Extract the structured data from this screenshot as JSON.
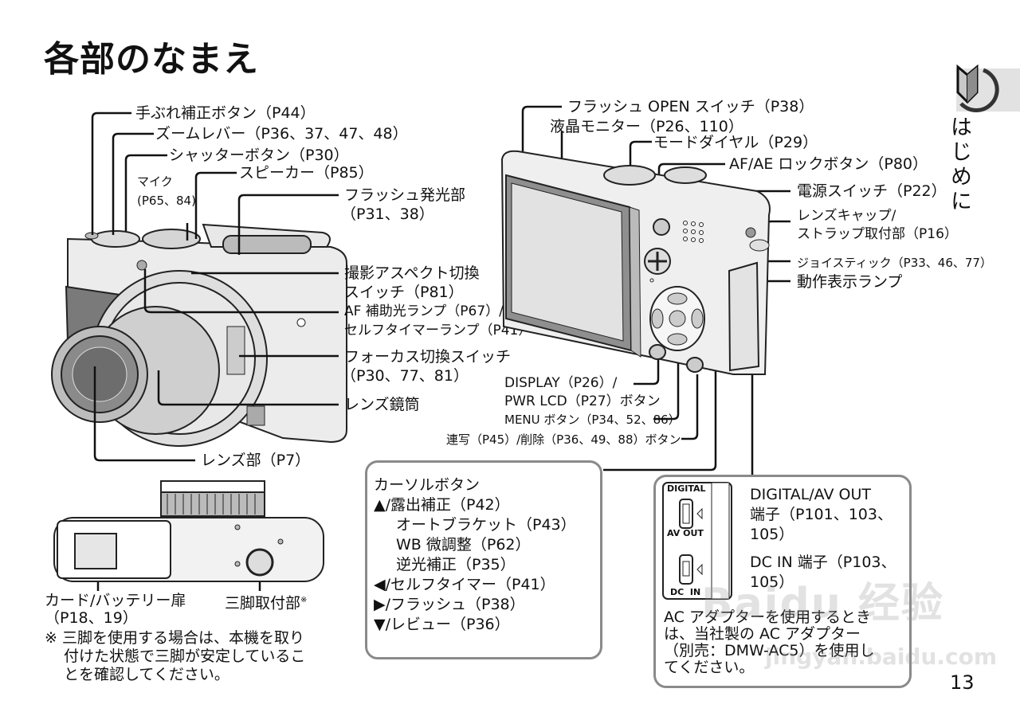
{
  "page": {
    "title": "各部のなまえ",
    "section_tab": "はじめに",
    "page_number": "13"
  },
  "front_view": {
    "labels": {
      "stabilizer_button": "手ぶれ補正ボタン（P44）",
      "zoom_lever": "ズームレバー（P36、37、47、48）",
      "shutter_button": "シャッターボタン（P30）",
      "mic_name": "マイク",
      "mic_pages": "(P65、84)",
      "speaker": "スピーカー（P85）",
      "flash_name": "フラッシュ発光部",
      "flash_pages": "（P31、38）",
      "aspect_switch_1": "撮影アスペクト切換",
      "aspect_switch_2": "スイッチ（P81）",
      "af_lamp_1": "AF 補助光ランプ（P67）/",
      "af_lamp_2": "セルフタイマーランプ（P41）",
      "focus_switch_1": "フォーカス切換スイッチ",
      "focus_switch_2": "（P30、77、81）",
      "lens_barrel": "レンズ鏡筒",
      "lens": "レンズ部（P7）"
    }
  },
  "back_view": {
    "labels": {
      "flash_open": "フラッシュ OPEN スイッチ（P38）",
      "lcd_monitor": "液晶モニター（P26、110）",
      "mode_dial": "モードダイヤル（P29）",
      "af_ae_lock": "AF/AE ロックボタン（P80）",
      "power_switch": "電源スイッチ（P22）",
      "strap_1": "レンズキャップ/",
      "strap_2": "ストラップ取付部（P16）",
      "joystick": "ジョイスティック（P33、46、77）",
      "status_lamp": "動作表示ランプ",
      "display_1": "DISPLAY（P26）/",
      "display_2": "PWR LCD（P27）ボタン",
      "menu": "MENU ボタン（P34、52、86）",
      "burst_delete": "連写（P45）/削除（P36、49、88）ボタン"
    }
  },
  "cursor_box": {
    "title": "カーソルボタン",
    "rows": [
      {
        "text": "▲/露出補正（P42）",
        "indent": false
      },
      {
        "text": "オートブラケット（P43）",
        "indent": true
      },
      {
        "text": "WB 微調整（P62）",
        "indent": true
      },
      {
        "text": "逆光補正（P35）",
        "indent": true
      },
      {
        "text": "◀/セルフタイマー（P41）",
        "indent": false
      },
      {
        "text": "▶/フラッシュ（P38）",
        "indent": false
      },
      {
        "text": "▼/レビュー（P36）",
        "indent": false
      }
    ]
  },
  "terminal_box": {
    "panel_digital": "DIGITAL",
    "panel_avout": "AV OUT",
    "panel_dcin": "DC  IN",
    "digital_1": "DIGITAL/AV OUT",
    "digital_2": "端子（P101、103、",
    "digital_3": "105）",
    "dcin_1": "DC IN 端子（P103、",
    "dcin_2": "105）",
    "note_1": "AC アダプターを使用するとき",
    "note_2": "は、当社製の AC アダプター",
    "note_3": "（別売：DMW-AC5）を使用し",
    "note_4": "てください。"
  },
  "bottom_view": {
    "card_door_1": "カード/バッテリー扉",
    "card_door_2": "（P18、19）",
    "tripod": "三脚取付部",
    "tripod_mark": "※",
    "note_1": "※ 三脚を使用する場合は、本機を取り",
    "note_2": "付けた状態で三脚が安定しているこ",
    "note_3": "とを確認してください。"
  },
  "watermark": {
    "text": "Baidu 经验",
    "url": "jingyan.baidu.com"
  }
}
